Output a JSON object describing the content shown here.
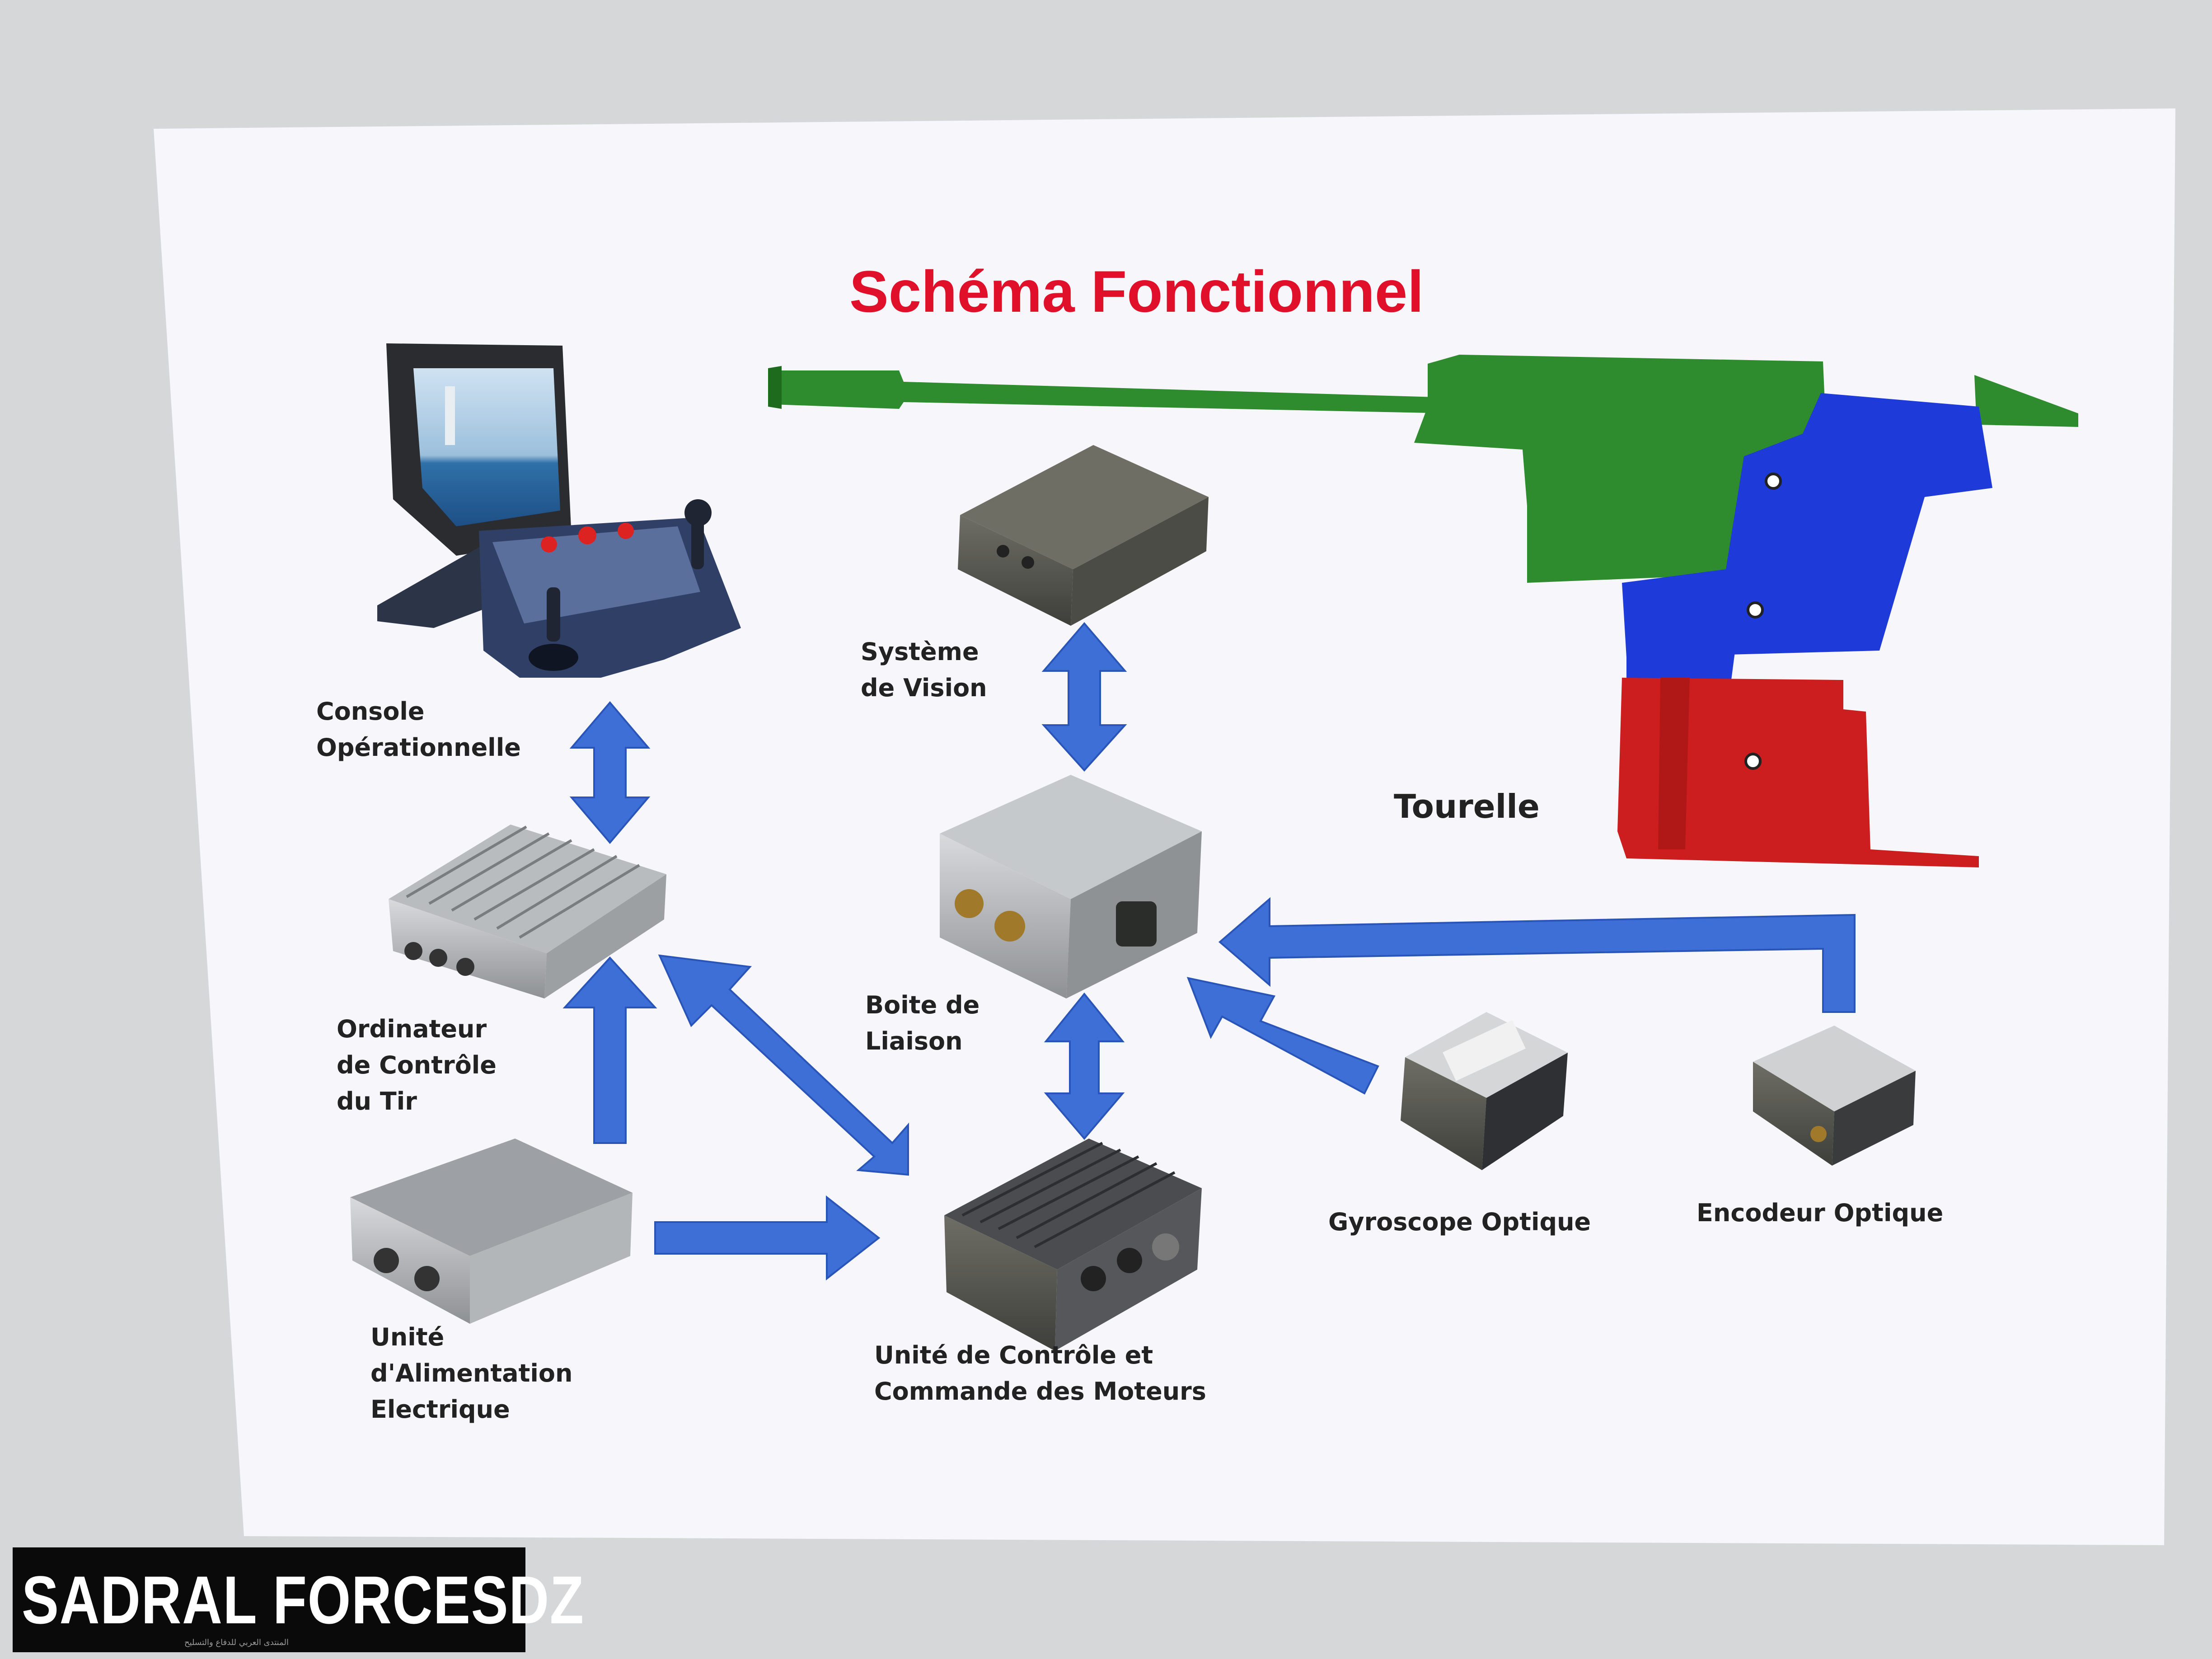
{
  "diagram": {
    "title": "Schéma Fonctionnel",
    "nodes": {
      "console": "Console\nOpérationnelle",
      "vision": "Système\nde Vision",
      "tourelle": "Tourelle",
      "ordinateur": "Ordinateur\nde Contrôle\ndu Tir",
      "boite": "Boite de\nLiaison",
      "gyroscope": "Gyroscope Optique",
      "encodeur": "Encodeur Optique",
      "alimentation": "Unité\nd'Alimentation\nElectrique",
      "moteurs": "Unité de Contrôle et\nCommande des Moteurs"
    }
  },
  "colors": {
    "title": "#e0102a",
    "arrow": "#3d6fd6",
    "turret_green": "#2e8b2e",
    "turret_blue": "#1e3ad8",
    "turret_red": "#cc1e1e"
  },
  "watermark": {
    "text": "SADRAL FORCESDZ",
    "subtext": "المنتدى العربي للدفاع والتسليح"
  }
}
